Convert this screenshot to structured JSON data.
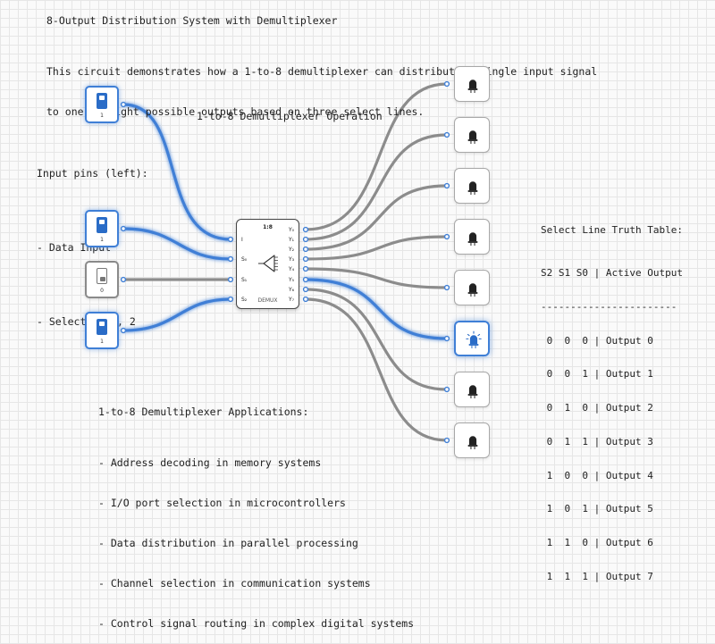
{
  "header": {
    "title": "8-Output Distribution System with Demultiplexer",
    "description_lines": [
      "This circuit demonstrates how a 1-to-8 demultiplexer can distribute a single input signal",
      "to one of eight possible outputs based on three select lines."
    ]
  },
  "operation_label": "1-to-8 Demultiplexer Operation",
  "input_pins": {
    "heading": "Input pins (left):",
    "items": [
      "- Data Input",
      "- Select 0, 1, 2"
    ]
  },
  "switches": [
    {
      "value": "1",
      "state": "on"
    },
    {
      "value": "1",
      "state": "on"
    },
    {
      "value": "0",
      "state": "off"
    },
    {
      "value": "1",
      "state": "on"
    }
  ],
  "demux": {
    "top_label": "1:8",
    "bottom_label": "DEMUX",
    "input_pins": [
      "I",
      "S₀",
      "S₁",
      "S₂"
    ],
    "output_pins": [
      "Y₀",
      "Y₁",
      "Y₂",
      "Y₃",
      "Y₄",
      "Y₅",
      "Y₆",
      "Y₇"
    ]
  },
  "outputs": [
    "off",
    "off",
    "off",
    "off",
    "off",
    "on",
    "off",
    "off"
  ],
  "truth_table": {
    "title": "Select Line Truth Table:",
    "header": "S2 S1 S0 | Active Output",
    "separator": "-----------------------",
    "rows": [
      " 0  0  0 | Output 0",
      " 0  0  1 | Output 1",
      " 0  1  0 | Output 2",
      " 0  1  1 | Output 3",
      " 1  0  0 | Output 4",
      " 1  0  1 | Output 5",
      " 1  1  0 | Output 6",
      " 1  1  1 | Output 7"
    ]
  },
  "applications": {
    "heading": "1-to-8 Demultiplexer Applications:",
    "items": [
      "- Address decoding in memory systems",
      "- I/O port selection in microcontrollers",
      "- Data distribution in parallel processing",
      "- Channel selection in communication systems",
      "- Control signal routing in complex digital systems"
    ]
  },
  "colors": {
    "active_wire": "#3f7fd6",
    "inactive_wire": "#8c8c8c",
    "accent": "#2a6cc7"
  }
}
